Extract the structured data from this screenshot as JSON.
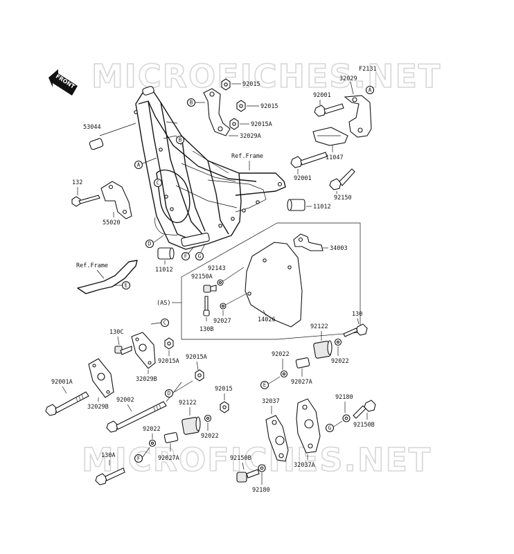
{
  "watermark": {
    "text": "MICROFICHES.NET"
  },
  "diagram_code": "F2131",
  "front_arrow": {
    "label": "FRONT"
  },
  "assembly_label": "(AS)",
  "ref_frame_top": "Ref.Frame",
  "ref_frame_left": "Ref.Frame",
  "parts": {
    "p92015_top": "92015",
    "p92015_mid": "92015",
    "p92015A_top": "92015A",
    "p32029A": "32029A",
    "p32029": "32029",
    "p92001_top": "92001",
    "p11047": "11047",
    "p92001_mid": "92001",
    "p92150": "92150",
    "p53044": "53044",
    "p132": "132",
    "p55020": "55020",
    "p11012_right": "11012",
    "p11012_left": "11012",
    "p34003": "34003",
    "p92143": "92143",
    "p92150A": "92150A",
    "p14026": "14026",
    "p92027": "92027",
    "p130B": "130B",
    "p130": "130",
    "p92122_right": "92122",
    "p92022_right": "92022",
    "p92022_mid": "92022",
    "p92027A_right": "92027A",
    "p130C": "130C",
    "p92015A_mid": "92015A",
    "p32029B_top": "32029B",
    "p92015A_low": "92015A",
    "p92001A": "92001A",
    "p32029B_low": "32029B",
    "p92002": "92002",
    "p92015_low": "92015",
    "p92122_low": "92122",
    "p92022_low": "92022",
    "p92022_lower": "92022",
    "p92027A_low": "92027A",
    "p130A": "130A",
    "p32037": "32037",
    "p32037A": "32037A",
    "p92180_right": "92180",
    "p92150B_right": "92150B",
    "p92150B_low": "92150B",
    "p92180_low": "92180"
  },
  "callouts": {
    "A": "A",
    "B": "B",
    "C": "C",
    "D": "D",
    "E": "E",
    "F": "F",
    "G": "G"
  }
}
